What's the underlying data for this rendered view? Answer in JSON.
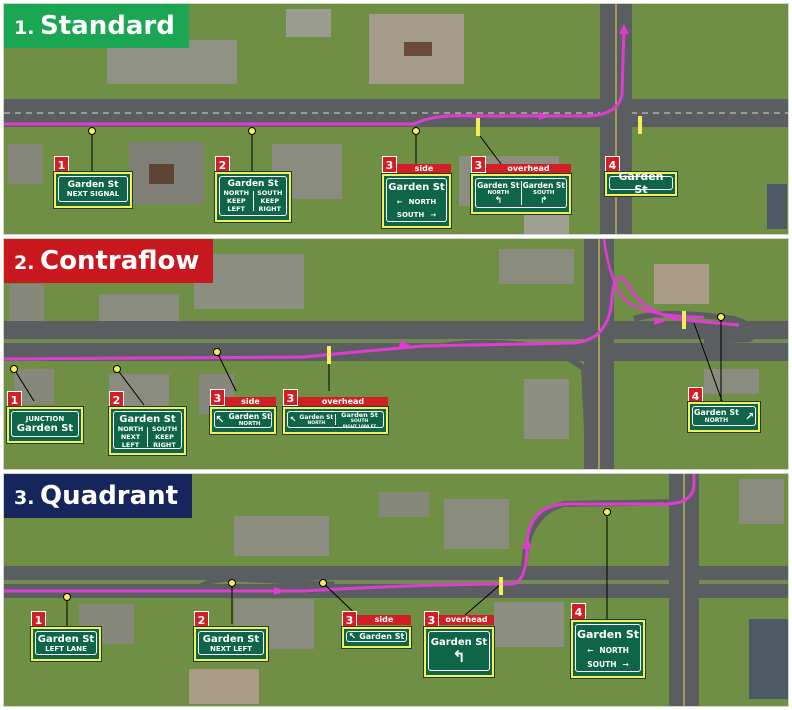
{
  "colors": {
    "grass": "#6f8f45",
    "road": "#5b5e60",
    "route": "#e03cd2",
    "sign_green": "#0e6547",
    "sign_border": "#f5ee57",
    "badge_red": "#d21f26",
    "standard_title_bg": "#1aa653",
    "contraflow_title_bg": "#c8171e",
    "quadrant_title_bg": "#16265c"
  },
  "panels": [
    {
      "number": "1.",
      "title": "Standard",
      "signs": {
        "s1": {
          "badge": "1",
          "line1": "Garden St",
          "line2": "NEXT SIGNAL"
        },
        "s2": {
          "badge": "2",
          "title": "Garden St",
          "left": [
            "NORTH",
            "KEEP",
            "LEFT"
          ],
          "right": [
            "SOUTH",
            "KEEP",
            "RIGHT"
          ]
        },
        "s3a": {
          "badge": "3",
          "tag": "side",
          "title": "Garden St",
          "row1": "NORTH",
          "row2": "SOUTH"
        },
        "s3b": {
          "badge": "3",
          "tag": "overhead",
          "left": [
            "Garden St",
            "NORTH"
          ],
          "right": [
            "Garden St",
            "SOUTH"
          ]
        },
        "s4": {
          "badge": "4",
          "title": "Garden St"
        }
      }
    },
    {
      "number": "2.",
      "title": "Contraflow",
      "signs": {
        "s1": {
          "badge": "1",
          "line1": "JUNCTION",
          "line2": "Garden St"
        },
        "s2": {
          "badge": "2",
          "title": "Garden St",
          "left": [
            "NORTH",
            "NEXT",
            "LEFT"
          ],
          "right": [
            "SOUTH",
            "KEEP",
            "RIGHT"
          ]
        },
        "s3a": {
          "badge": "3",
          "tag": "side",
          "title": "Garden St",
          "sub": "NORTH"
        },
        "s3b": {
          "badge": "3",
          "tag": "overhead",
          "left": [
            "Garden St",
            "NORTH"
          ],
          "right": [
            "Garden St",
            "SOUTH",
            "RIGHT 1000 FT"
          ]
        },
        "s4": {
          "badge": "4",
          "title": "Garden St",
          "sub": "NORTH"
        }
      }
    },
    {
      "number": "3.",
      "title": "Quadrant",
      "signs": {
        "s1": {
          "badge": "1",
          "line1": "Garden St",
          "line2": "LEFT LANE"
        },
        "s2": {
          "badge": "2",
          "line1": "Garden St",
          "line2": "NEXT LEFT"
        },
        "s3a": {
          "badge": "3",
          "tag": "side",
          "title": "Garden St"
        },
        "s3b": {
          "badge": "3",
          "tag": "overhead",
          "title": "Garden St"
        },
        "s4": {
          "badge": "4",
          "title": "Garden St",
          "row1": "NORTH",
          "row2": "SOUTH"
        }
      }
    }
  ]
}
